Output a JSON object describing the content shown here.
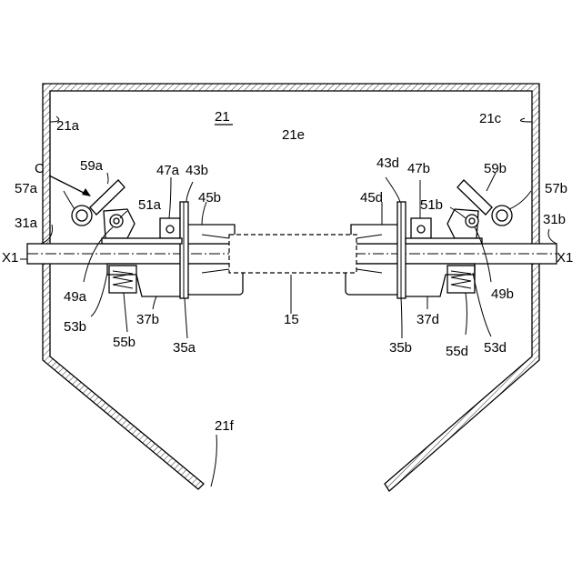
{
  "figure": {
    "title_ref": "21",
    "labels": {
      "wall_left": "21a",
      "wall_right": "21c",
      "wall_top": "21e",
      "bottom": "21f",
      "arrow_c": "C",
      "l59a": "59a",
      "l57a": "57a",
      "l47a": "47a",
      "l43b": "43b",
      "l45b": "45b",
      "l51a": "51a",
      "l31a": "31a",
      "x1_left": "X1",
      "l49a": "49a",
      "l53b": "53b",
      "l55b": "55b",
      "l37b": "37b",
      "l35a": "35a",
      "l15": "15",
      "l43d": "43d",
      "l47b": "47b",
      "l59b": "59b",
      "l57b": "57b",
      "l45d": "45d",
      "l51b": "51b",
      "l31b": "31b",
      "x1_right": "X1",
      "l49b": "49b",
      "l37d": "37d",
      "l35b": "35b",
      "l55d": "55d",
      "l53d": "53d"
    }
  }
}
